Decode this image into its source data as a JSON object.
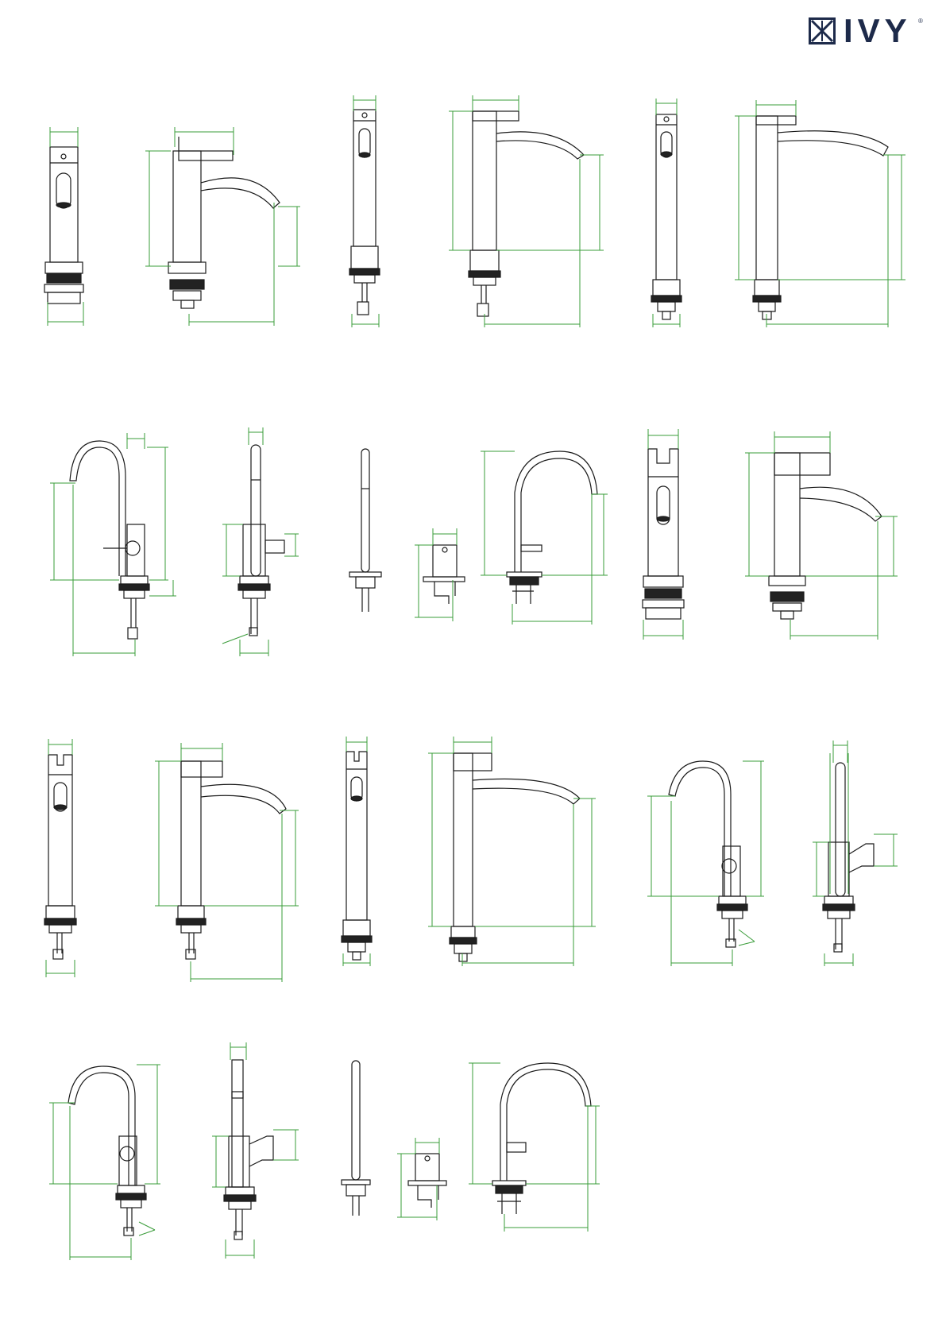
{
  "brand": {
    "name": "IVY",
    "registered_mark": "®",
    "color": "#1d2a4a"
  },
  "colors": {
    "line": "#1a1a1a",
    "dimension": "#3a9c3a",
    "background": "#ffffff"
  },
  "drawings": [
    {
      "row": 1,
      "items": [
        "mixer-front",
        "mixer-side",
        "tall-mixer-front",
        "tall-mixer-side",
        "extra-tall-mixer-front",
        "extra-tall-mixer-side"
      ]
    },
    {
      "row": 2,
      "items": [
        "gooseneck-mixer-side",
        "gooseneck-mixer-front",
        "spout-only",
        "handle-only",
        "gooseneck-spout-side",
        "mixer-front-slot",
        "mixer-side-wide"
      ]
    },
    {
      "row": 3,
      "items": [
        "mixer-front-slot-tall",
        "mixer-side-square",
        "tall-mixer-front-slot",
        "tall-mixer-side-square",
        "gooseneck-mixer-side-b",
        "gooseneck-mixer-front-b"
      ]
    },
    {
      "row": 4,
      "items": [
        "gooseneck-mixer-side-c",
        "gooseneck-mixer-front-c",
        "spout-only-b",
        "handle-only-b",
        "gooseneck-spout-side-b"
      ]
    }
  ]
}
